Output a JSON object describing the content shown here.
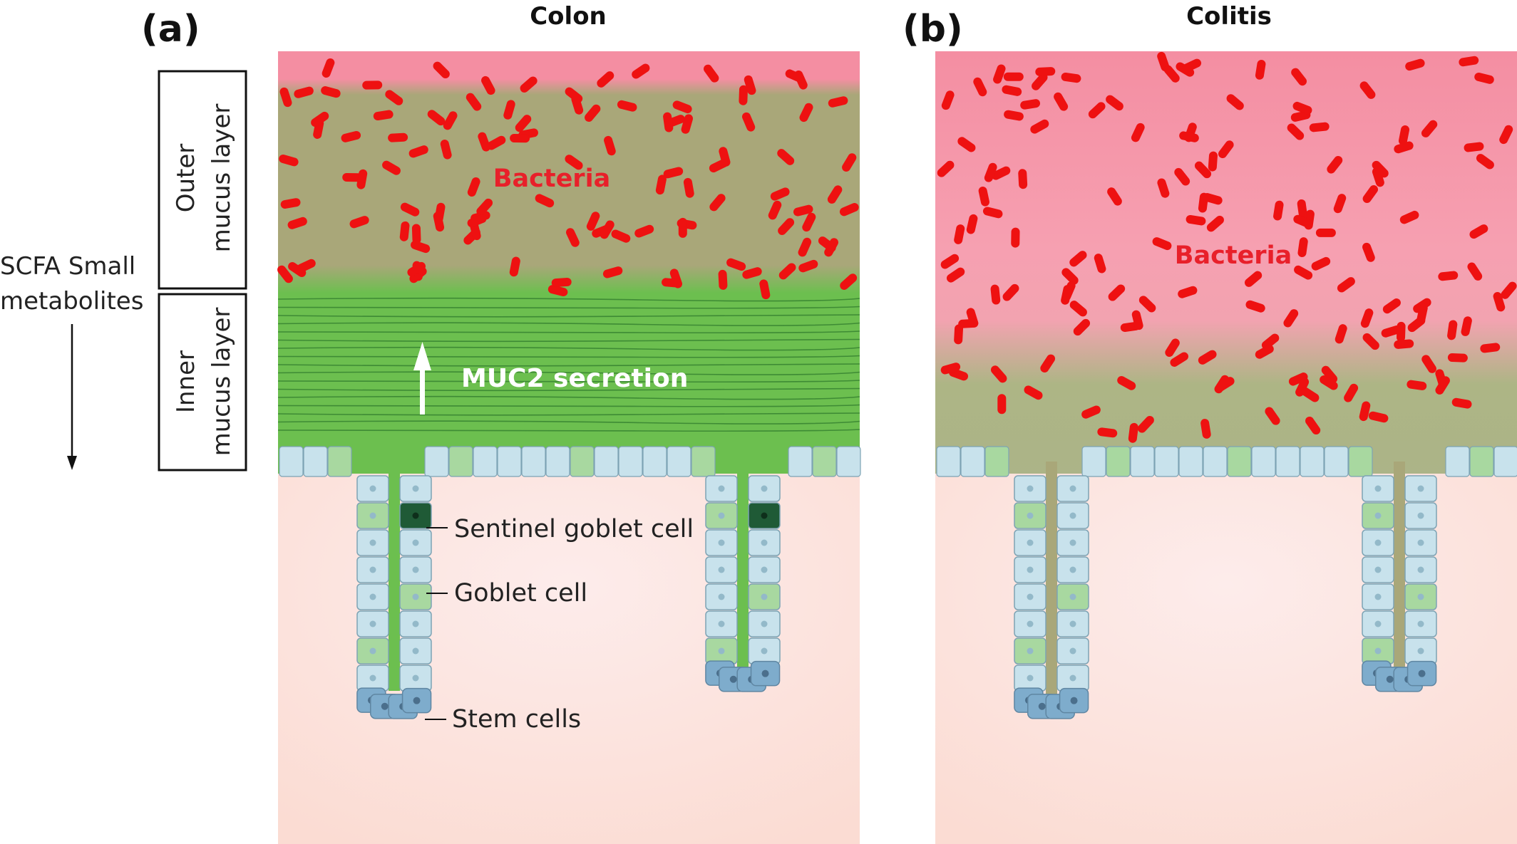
{
  "panel_a": {
    "tag": "(a)",
    "title": "Colon",
    "bacteria_label": "Bacteria",
    "muc2_label": "MUC2 secretion",
    "sentinel_label": "Sentinel goblet cell",
    "goblet_label": "Goblet cell",
    "stem_label": "Stem cells"
  },
  "panel_b": {
    "tag": "(b)",
    "title": "Colitis",
    "bacteria_label": "Bacteria"
  },
  "side": {
    "outer_line1": "Outer",
    "outer_line2": "mucus layer",
    "inner_line1": "Inner",
    "inner_line2": "mucus layer",
    "scfa_line1": "SCFA Small",
    "scfa_line2": "metabolites"
  },
  "colors": {
    "bacteria": "#ee1111",
    "muc2_green": "#6cbf4f",
    "olive_mucus": "#a9a779",
    "lumen_pink": "#f496a8",
    "tissue": "#fbe4e0",
    "epithelial_cell": "#c8e2ec",
    "goblet_cell": "#a8d8a0",
    "sentinel_cell": "#1f5a36",
    "stem_cell": "#7eaccc",
    "label_red": "#e8202a"
  },
  "icons": [
    "bacterium-icon",
    "up-arrow-icon",
    "down-arrow-icon"
  ]
}
